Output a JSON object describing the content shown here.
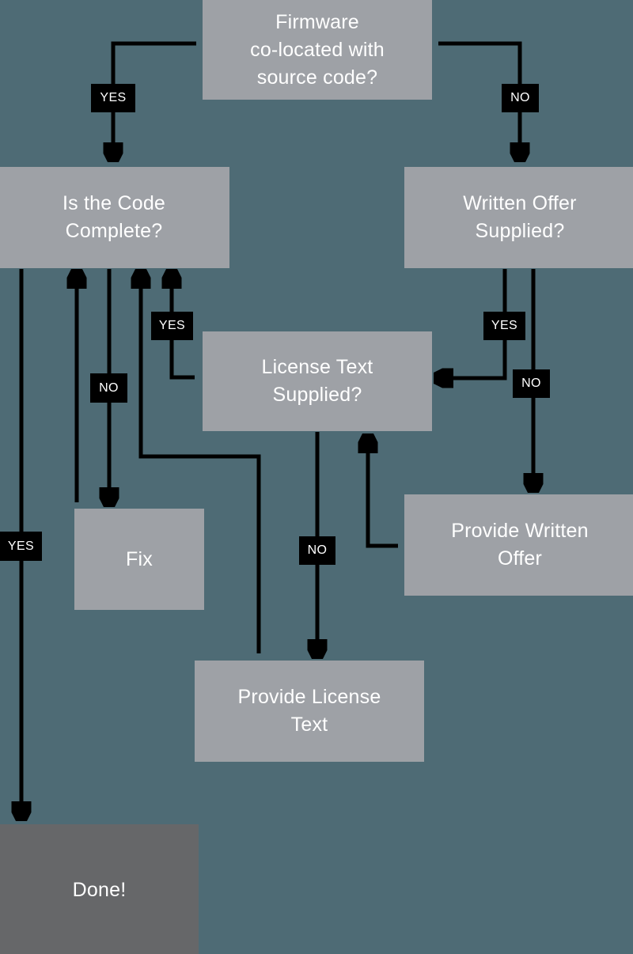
{
  "diagram": {
    "title": "Firmware source code compliance flowchart",
    "background_color": "#4e6b75",
    "node_color": "#9ea1a6",
    "terminal_color": "#666769",
    "label_bg_color": "#000000",
    "label_text_color": "#ffffff",
    "edge_color": "#000000",
    "nodes": [
      {
        "id": "firmware",
        "label": "Firmware\nco-located with\nsource code?",
        "type": "decision"
      },
      {
        "id": "code_complete",
        "label": "Is the Code\nComplete?",
        "type": "decision"
      },
      {
        "id": "written_offer",
        "label": "Written Offer\nSupplied?",
        "type": "decision"
      },
      {
        "id": "license_text",
        "label": "License Text\nSupplied?",
        "type": "decision"
      },
      {
        "id": "fix",
        "label": "Fix",
        "type": "process"
      },
      {
        "id": "provide_written",
        "label": "Provide Written\nOffer",
        "type": "process"
      },
      {
        "id": "provide_license",
        "label": "Provide License\nText",
        "type": "process"
      },
      {
        "id": "done",
        "label": "Done!",
        "type": "terminal"
      }
    ],
    "edge_labels": [
      {
        "id": "yes_firmware",
        "text": "YES"
      },
      {
        "id": "no_firmware",
        "text": "NO"
      },
      {
        "id": "yes_code_complete",
        "text": "YES"
      },
      {
        "id": "no_code_complete",
        "text": "NO"
      },
      {
        "id": "yes_license",
        "text": "YES"
      },
      {
        "id": "no_license",
        "text": "NO"
      },
      {
        "id": "yes_written",
        "text": "YES"
      },
      {
        "id": "no_written",
        "text": "NO"
      }
    ]
  }
}
